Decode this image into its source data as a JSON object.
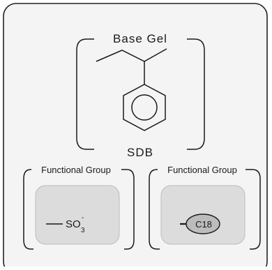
{
  "base_gel": {
    "title": "Base Gel",
    "caption": "SDB"
  },
  "functional_groups": [
    {
      "header": "Functional Group",
      "formula_main": "SO",
      "formula_subscript": "3",
      "formula_charge": "-"
    },
    {
      "header": "Functional Group",
      "label": "C18"
    }
  ],
  "colors": {
    "panel_background": "#f4f4f4",
    "card_fill": "#dcdcdc",
    "ellipse_fill": "#bcbcbc",
    "stroke": "#1a1a1a"
  }
}
